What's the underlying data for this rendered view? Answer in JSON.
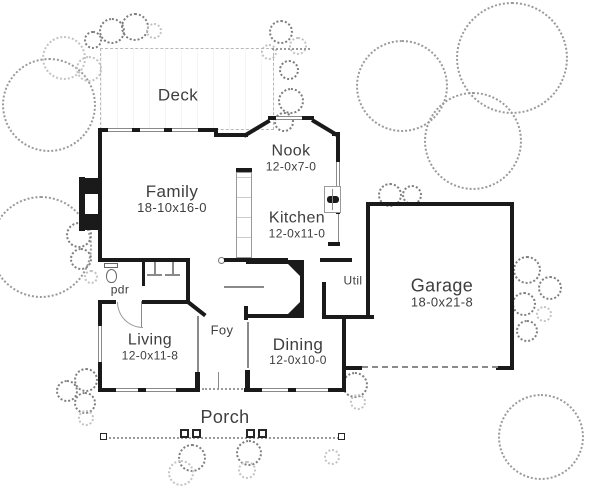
{
  "drawing_type": "house-first-floor-plan",
  "rooms": [
    {
      "name": "Deck",
      "dims": ""
    },
    {
      "name": "Nook",
      "dims": "12-0x7-0"
    },
    {
      "name": "Family",
      "dims": "18-10x16-0"
    },
    {
      "name": "Kitchen",
      "dims": "12-0x11-0"
    },
    {
      "name": "Garage",
      "dims": "18-0x21-8"
    },
    {
      "name": "Util",
      "dims": ""
    },
    {
      "name": "pdr",
      "dims": ""
    },
    {
      "name": "Living",
      "dims": "12-0x11-8"
    },
    {
      "name": "Foy",
      "dims": ""
    },
    {
      "name": "Dining",
      "dims": "12-0x10-0"
    },
    {
      "name": "Porch",
      "dims": ""
    }
  ],
  "colors": {
    "wall": "#1a1a1a",
    "detail_line": "#8a8a8a",
    "label_text": "#3e3e3e",
    "vegetation": "#9a9a9a",
    "background": "#ffffff"
  }
}
